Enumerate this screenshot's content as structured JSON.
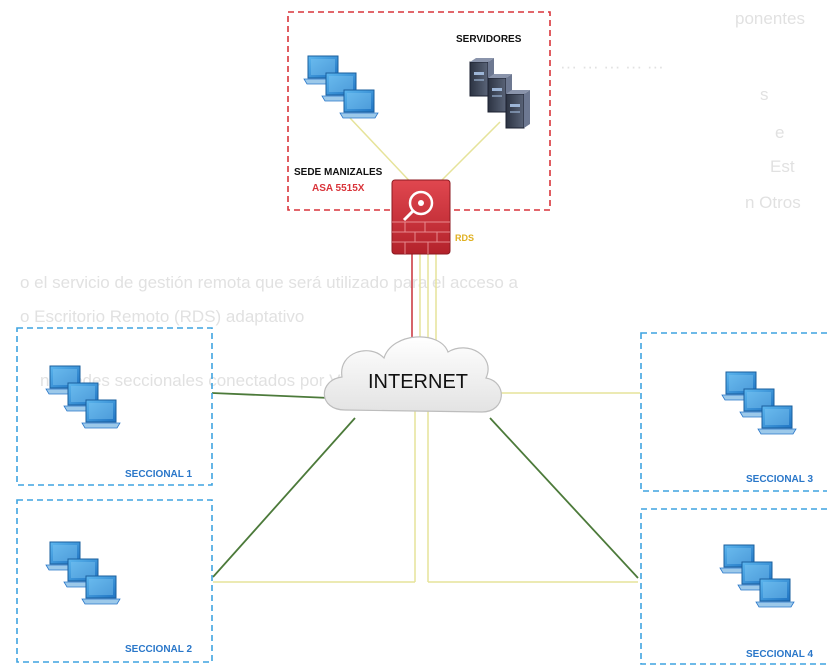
{
  "labels": {
    "hq_servers": "SERVIDORES",
    "hq_site": "SEDE MANIZALES",
    "hq_firewall": "ASA 5515X",
    "rds": "RDS",
    "internet": "INTERNET",
    "branch1": "SECCIONAL 1",
    "branch2": "SECCIONAL 2",
    "branch3": "SECCIONAL 3",
    "branch4": "SECCIONAL 4"
  },
  "colors": {
    "hq_border": "#d9343a",
    "branch_border": "#3fa3e0",
    "link_yellow": "#e6e39a",
    "link_green": "#4c7a3a",
    "link_red": "#c8303a",
    "firewall": "#c42b34",
    "laptop_screen": "#2a8fd6",
    "server": "#3b4356"
  }
}
